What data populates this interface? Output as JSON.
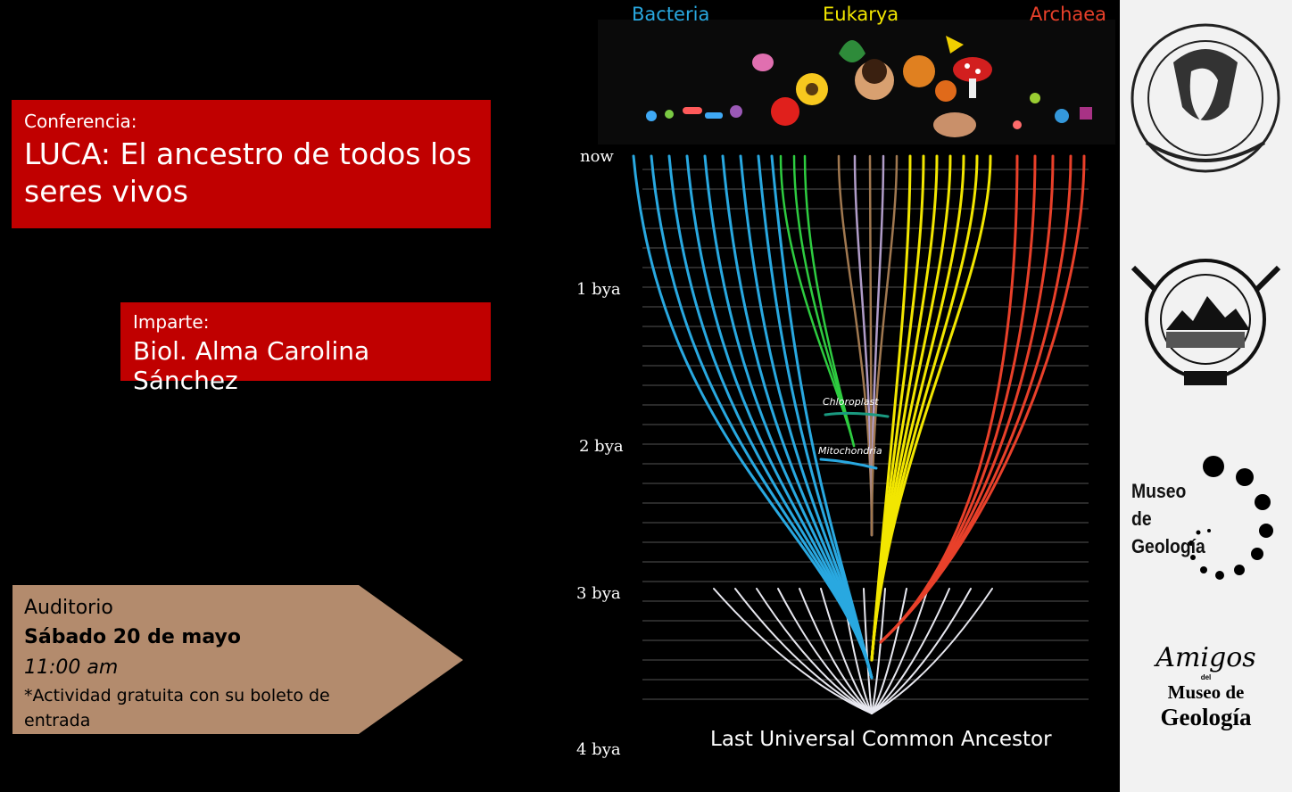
{
  "conference": {
    "label": "Conferencia:",
    "title": "LUCA: El ancestro de todos los seres vivos"
  },
  "speaker": {
    "label": "Imparte:",
    "name": "Biol. Alma Carolina Sánchez"
  },
  "venue": {
    "place": "Auditorio",
    "date": "Sábado 20 de mayo",
    "time": "11:00 am",
    "note": "*Actividad gratuita con su boleto de entrada"
  },
  "tree": {
    "domains": [
      {
        "name": "Bacteria",
        "color": "#29a8e0"
      },
      {
        "name": "Eukarya",
        "color": "#f2e600"
      },
      {
        "name": "Archaea",
        "color": "#e8402a"
      }
    ],
    "times": [
      "now",
      "1 bya",
      "2 bya",
      "3 bya",
      "4 bya"
    ],
    "organelles": [
      "Chloroplast",
      "Mitochondria"
    ],
    "root_label": "Last Universal Common Ancestor"
  },
  "logos": {
    "museum_name": "Museo de Geología",
    "friends_title": "Amigos",
    "friends_connector": "del",
    "friends_line1": "Museo de",
    "friends_line2": "Geología"
  }
}
